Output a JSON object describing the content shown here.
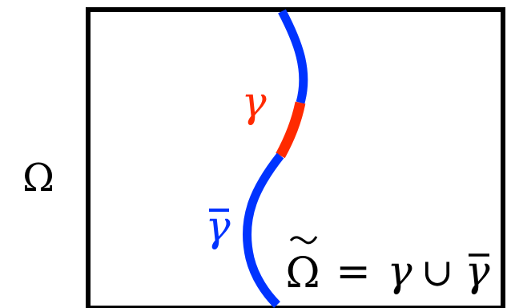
{
  "labels": {
    "omega": "Ω",
    "gamma": "γ",
    "gamma_bar": "γ",
    "formula": {
      "lhs": "Ω",
      "equals": "=",
      "gamma": "γ",
      "union": "∪",
      "gamma_bar": "γ"
    }
  },
  "colors": {
    "frame": "#000000",
    "gamma": "#ff2a00",
    "gamma_bar": "#0033ff",
    "text": "#000000"
  }
}
